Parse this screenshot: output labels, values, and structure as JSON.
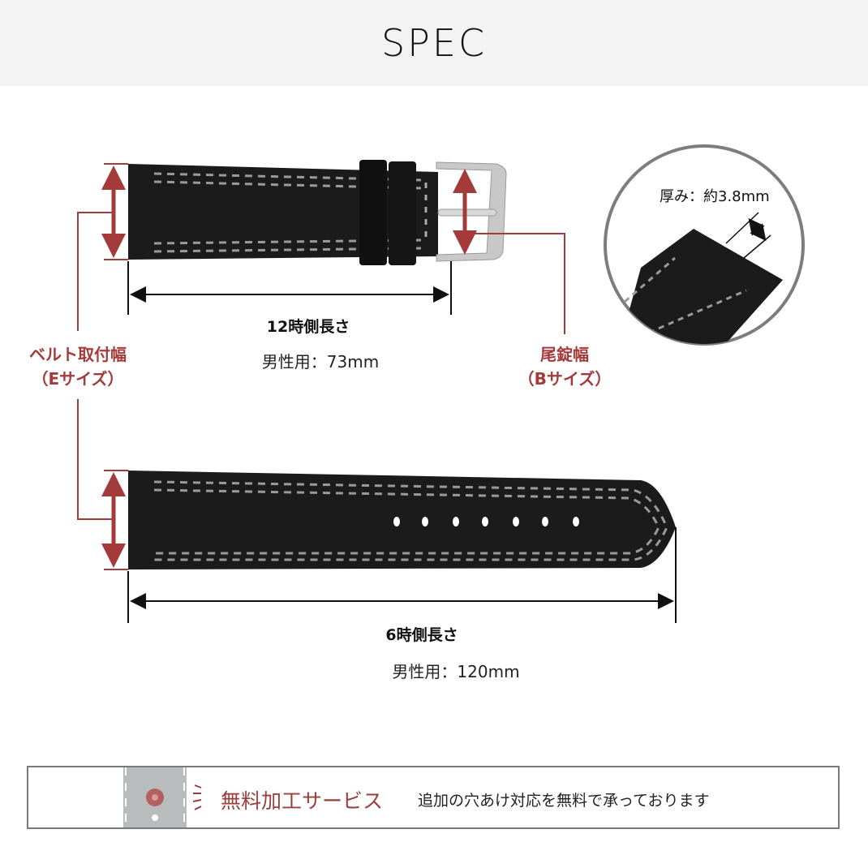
{
  "header": {
    "title": "SPEC"
  },
  "colors": {
    "accent": "#a33b3b",
    "strap": "#1a1a1a",
    "stitch": "#9a9a9a",
    "header_bg": "#f3f3f3",
    "banner_border": "#7a7a7a"
  },
  "labels": {
    "belt_width": {
      "line1": "ベルト取付幅",
      "line2": "（Eサイズ）"
    },
    "buckle_width": {
      "line1": "尾錠幅",
      "line2": "（Bサイズ）"
    },
    "twelve_oclock": {
      "title": "12時側長さ",
      "value": "男性用：73mm"
    },
    "six_oclock": {
      "title": "6時側長さ",
      "value": "男性用：120mm"
    },
    "thickness": {
      "value": "厚み：約3.8mm"
    }
  },
  "strap_holes": 7,
  "banner": {
    "icon": "hole-punch-icon",
    "title": "無料加工サービス",
    "description": "追加の穴あけ対応を無料で承っております"
  }
}
